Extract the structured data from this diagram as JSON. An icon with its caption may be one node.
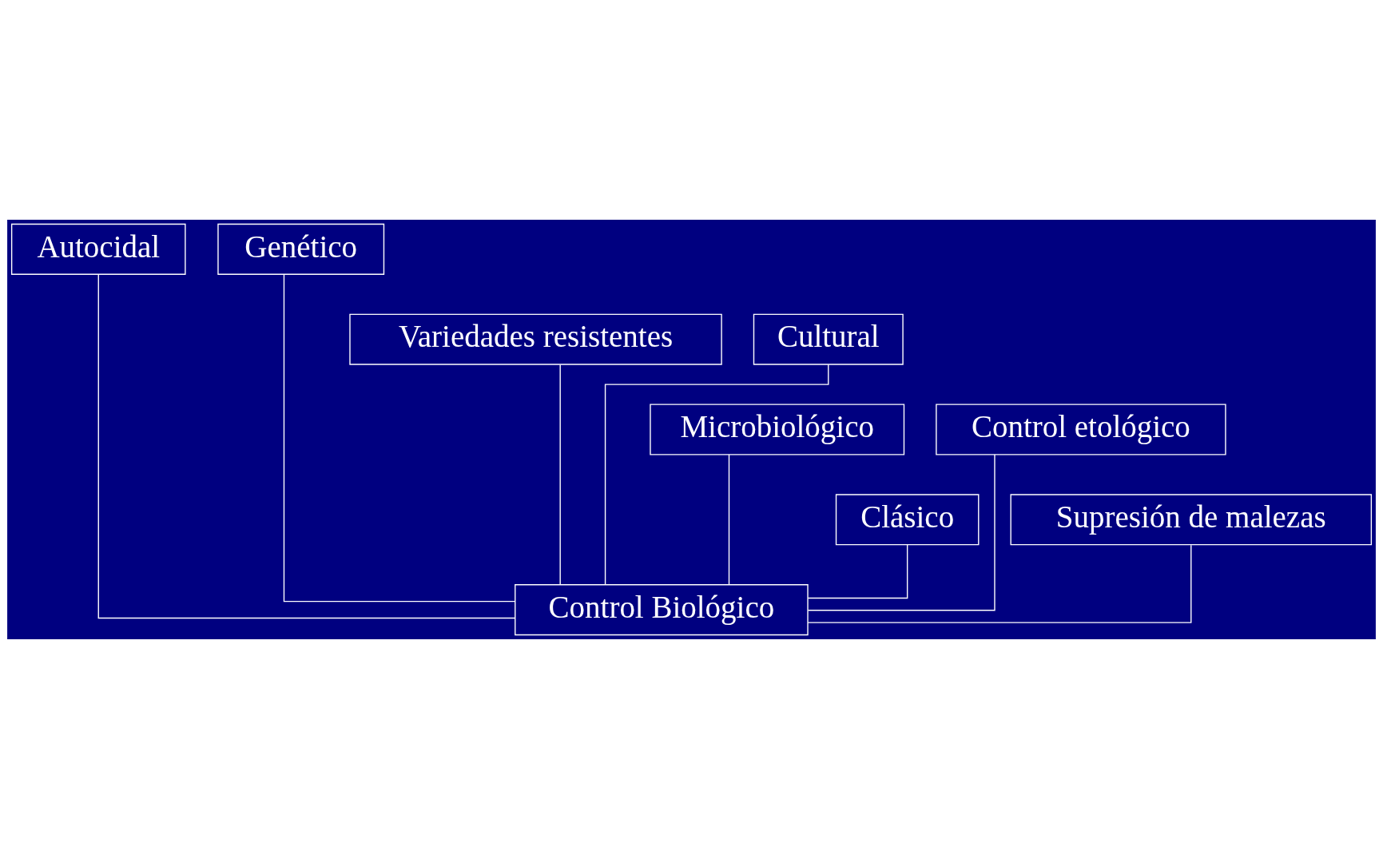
{
  "diagram": {
    "nodes": [
      {
        "text": [
          "Autocidal"
        ]
      },
      {
        "text": [
          "Genético"
        ]
      },
      {
        "text": [
          "Variedades resistentes"
        ]
      },
      {
        "text": [
          "Cultural"
        ]
      },
      {
        "text": [
          "Microbiológico"
        ]
      },
      {
        "text": [
          "Control etológico"
        ]
      },
      {
        "text": [
          "Clásico"
        ]
      },
      {
        "text": [
          "Supresión de malezas"
        ]
      },
      {
        "text": [
          "Control Biológico"
        ]
      }
    ],
    "edges": [
      {
        "from": 6,
        "to": 8,
        "arrow": "none"
      },
      {
        "from": 4,
        "to": 8,
        "arrow": "none"
      },
      {
        "from": 2,
        "to": 8,
        "arrow": "none"
      },
      {
        "from": 0,
        "to": 8,
        "arrow": "none"
      },
      {
        "from": 1,
        "to": 8,
        "arrow": "none"
      },
      {
        "from": 3,
        "to": 8,
        "arrow": "none"
      },
      {
        "from": 5,
        "to": 8,
        "arrow": "none"
      },
      {
        "from": 7,
        "to": 8,
        "arrow": "none"
      }
    ]
  }
}
